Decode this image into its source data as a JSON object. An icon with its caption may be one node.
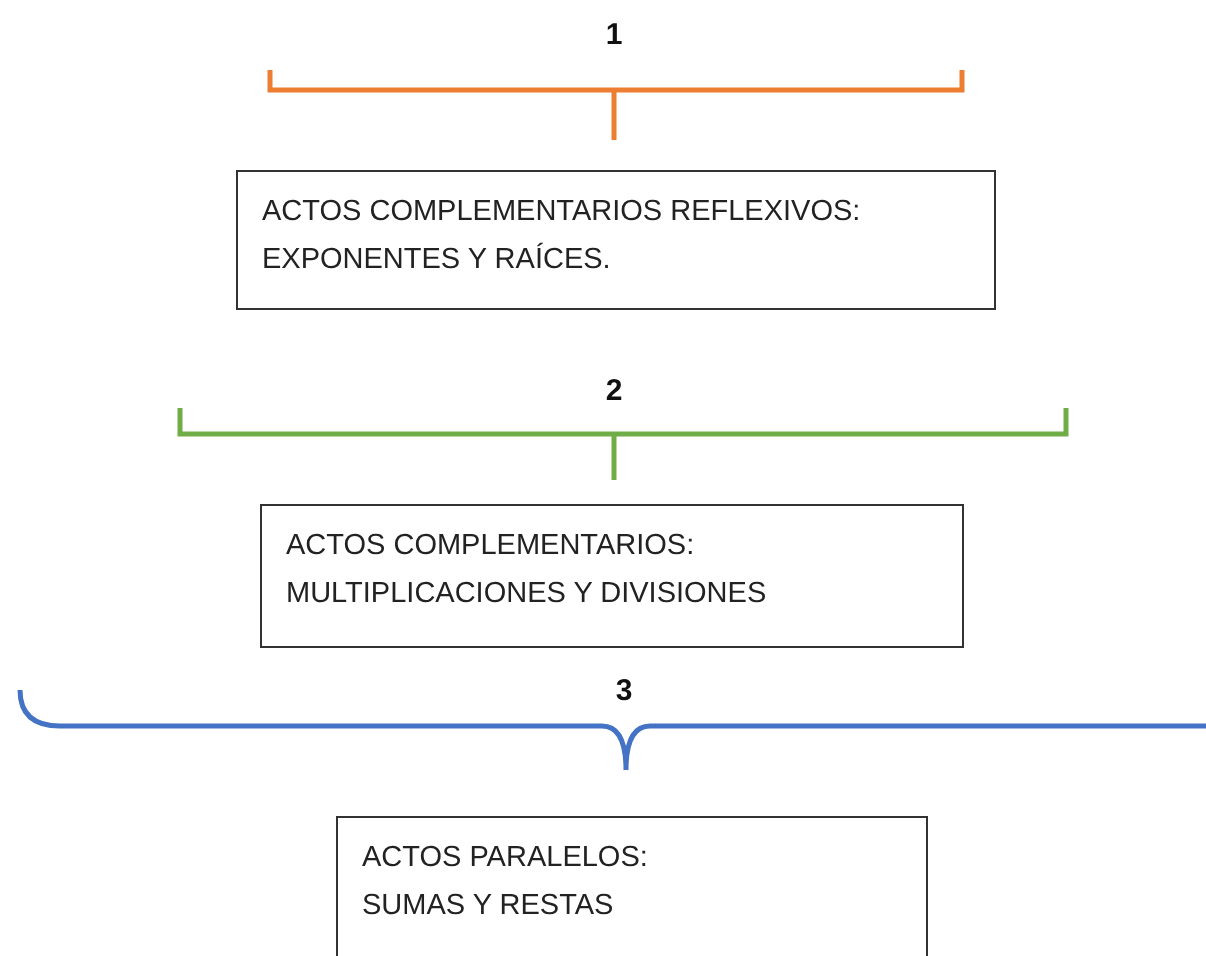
{
  "diagram": {
    "nodes": [
      {
        "text": [
          "ACTOS COMPLEMENTARIOS REFLEXIVOS: EXPONENTES Y RAÍCES."
        ]
      },
      {
        "text": [
          "ACTOS COMPLEMENTARIOS: MULTIPLICACIONES Y DIVISIONES"
        ]
      },
      {
        "text": [
          "ACTOS PARALELOS: SUMAS Y RESTAS"
        ]
      }
    ],
    "labels": [
      "1",
      "2",
      "3"
    ]
  }
}
